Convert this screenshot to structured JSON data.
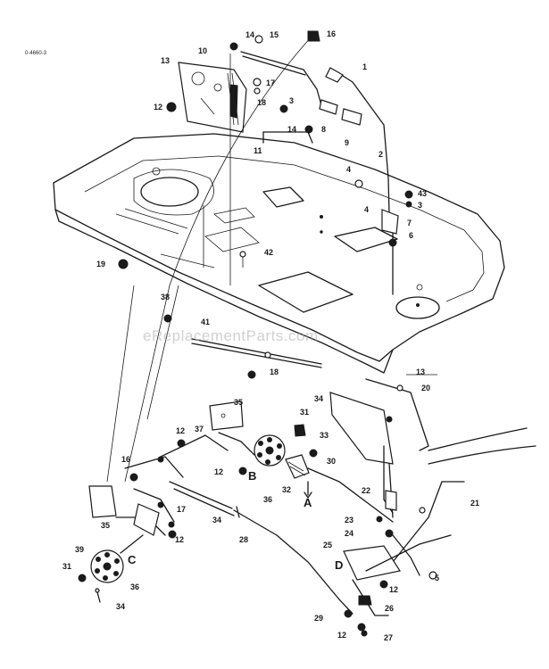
{
  "figure": {
    "id": "0-4660-3",
    "watermark": "eReplacementParts.com",
    "accent_color": "#1a1a1a"
  },
  "callouts": [
    {
      "id": "c14a",
      "text": "14"
    },
    {
      "id": "c15",
      "text": "15"
    },
    {
      "id": "c16a",
      "text": "16"
    },
    {
      "id": "c10",
      "text": "10"
    },
    {
      "id": "c13",
      "text": "13"
    },
    {
      "id": "c1",
      "text": "1"
    },
    {
      "id": "c17a",
      "text": "17"
    },
    {
      "id": "c18a",
      "text": "18"
    },
    {
      "id": "c12a",
      "text": "12"
    },
    {
      "id": "c3a",
      "text": "3"
    },
    {
      "id": "c14b",
      "text": "14"
    },
    {
      "id": "c8a",
      "text": "8"
    },
    {
      "id": "c9",
      "text": "9"
    },
    {
      "id": "c11",
      "text": "11"
    },
    {
      "id": "c2",
      "text": "2"
    },
    {
      "id": "c4a",
      "text": "4"
    },
    {
      "id": "c43",
      "text": "43"
    },
    {
      "id": "c3b",
      "text": "3"
    },
    {
      "id": "c4b",
      "text": "4"
    },
    {
      "id": "c7",
      "text": "7"
    },
    {
      "id": "c6",
      "text": "6"
    },
    {
      "id": "c42",
      "text": "42"
    },
    {
      "id": "c19",
      "text": "19"
    },
    {
      "id": "c38",
      "text": "38"
    },
    {
      "id": "c41",
      "text": "41"
    },
    {
      "id": "c18b",
      "text": "18"
    },
    {
      "id": "c13b",
      "text": "13"
    },
    {
      "id": "c20",
      "text": "20"
    },
    {
      "id": "c34a",
      "text": "34"
    },
    {
      "id": "c35a",
      "text": "35"
    },
    {
      "id": "c31a",
      "text": "31"
    },
    {
      "id": "c12b",
      "text": "12"
    },
    {
      "id": "c37",
      "text": "37"
    },
    {
      "id": "c33",
      "text": "33"
    },
    {
      "id": "c16b",
      "text": "16"
    },
    {
      "id": "c12c",
      "text": "12"
    },
    {
      "id": "c30",
      "text": "30"
    },
    {
      "id": "c36a",
      "text": "36"
    },
    {
      "id": "c32",
      "text": "32"
    },
    {
      "id": "c35b",
      "text": "35"
    },
    {
      "id": "c22a",
      "text": "22"
    },
    {
      "id": "c17b",
      "text": "17"
    },
    {
      "id": "c34b",
      "text": "34"
    },
    {
      "id": "c23",
      "text": "23"
    },
    {
      "id": "c21",
      "text": "21"
    },
    {
      "id": "c24",
      "text": "24"
    },
    {
      "id": "c28",
      "text": "28"
    },
    {
      "id": "c12d",
      "text": "12"
    },
    {
      "id": "c39",
      "text": "39"
    },
    {
      "id": "c25",
      "text": "25"
    },
    {
      "id": "c31b",
      "text": "31"
    },
    {
      "id": "c36b",
      "text": "36"
    },
    {
      "id": "c5",
      "text": "5"
    },
    {
      "id": "c12e",
      "text": "12"
    },
    {
      "id": "c34c",
      "text": "34"
    },
    {
      "id": "c26",
      "text": "26"
    },
    {
      "id": "c29",
      "text": "29"
    },
    {
      "id": "c12f",
      "text": "12"
    },
    {
      "id": "c27",
      "text": "27"
    }
  ],
  "letters": [
    {
      "id": "lB",
      "text": "B"
    },
    {
      "id": "lA",
      "text": "A"
    },
    {
      "id": "lC",
      "text": "C"
    },
    {
      "id": "lD",
      "text": "D"
    }
  ]
}
